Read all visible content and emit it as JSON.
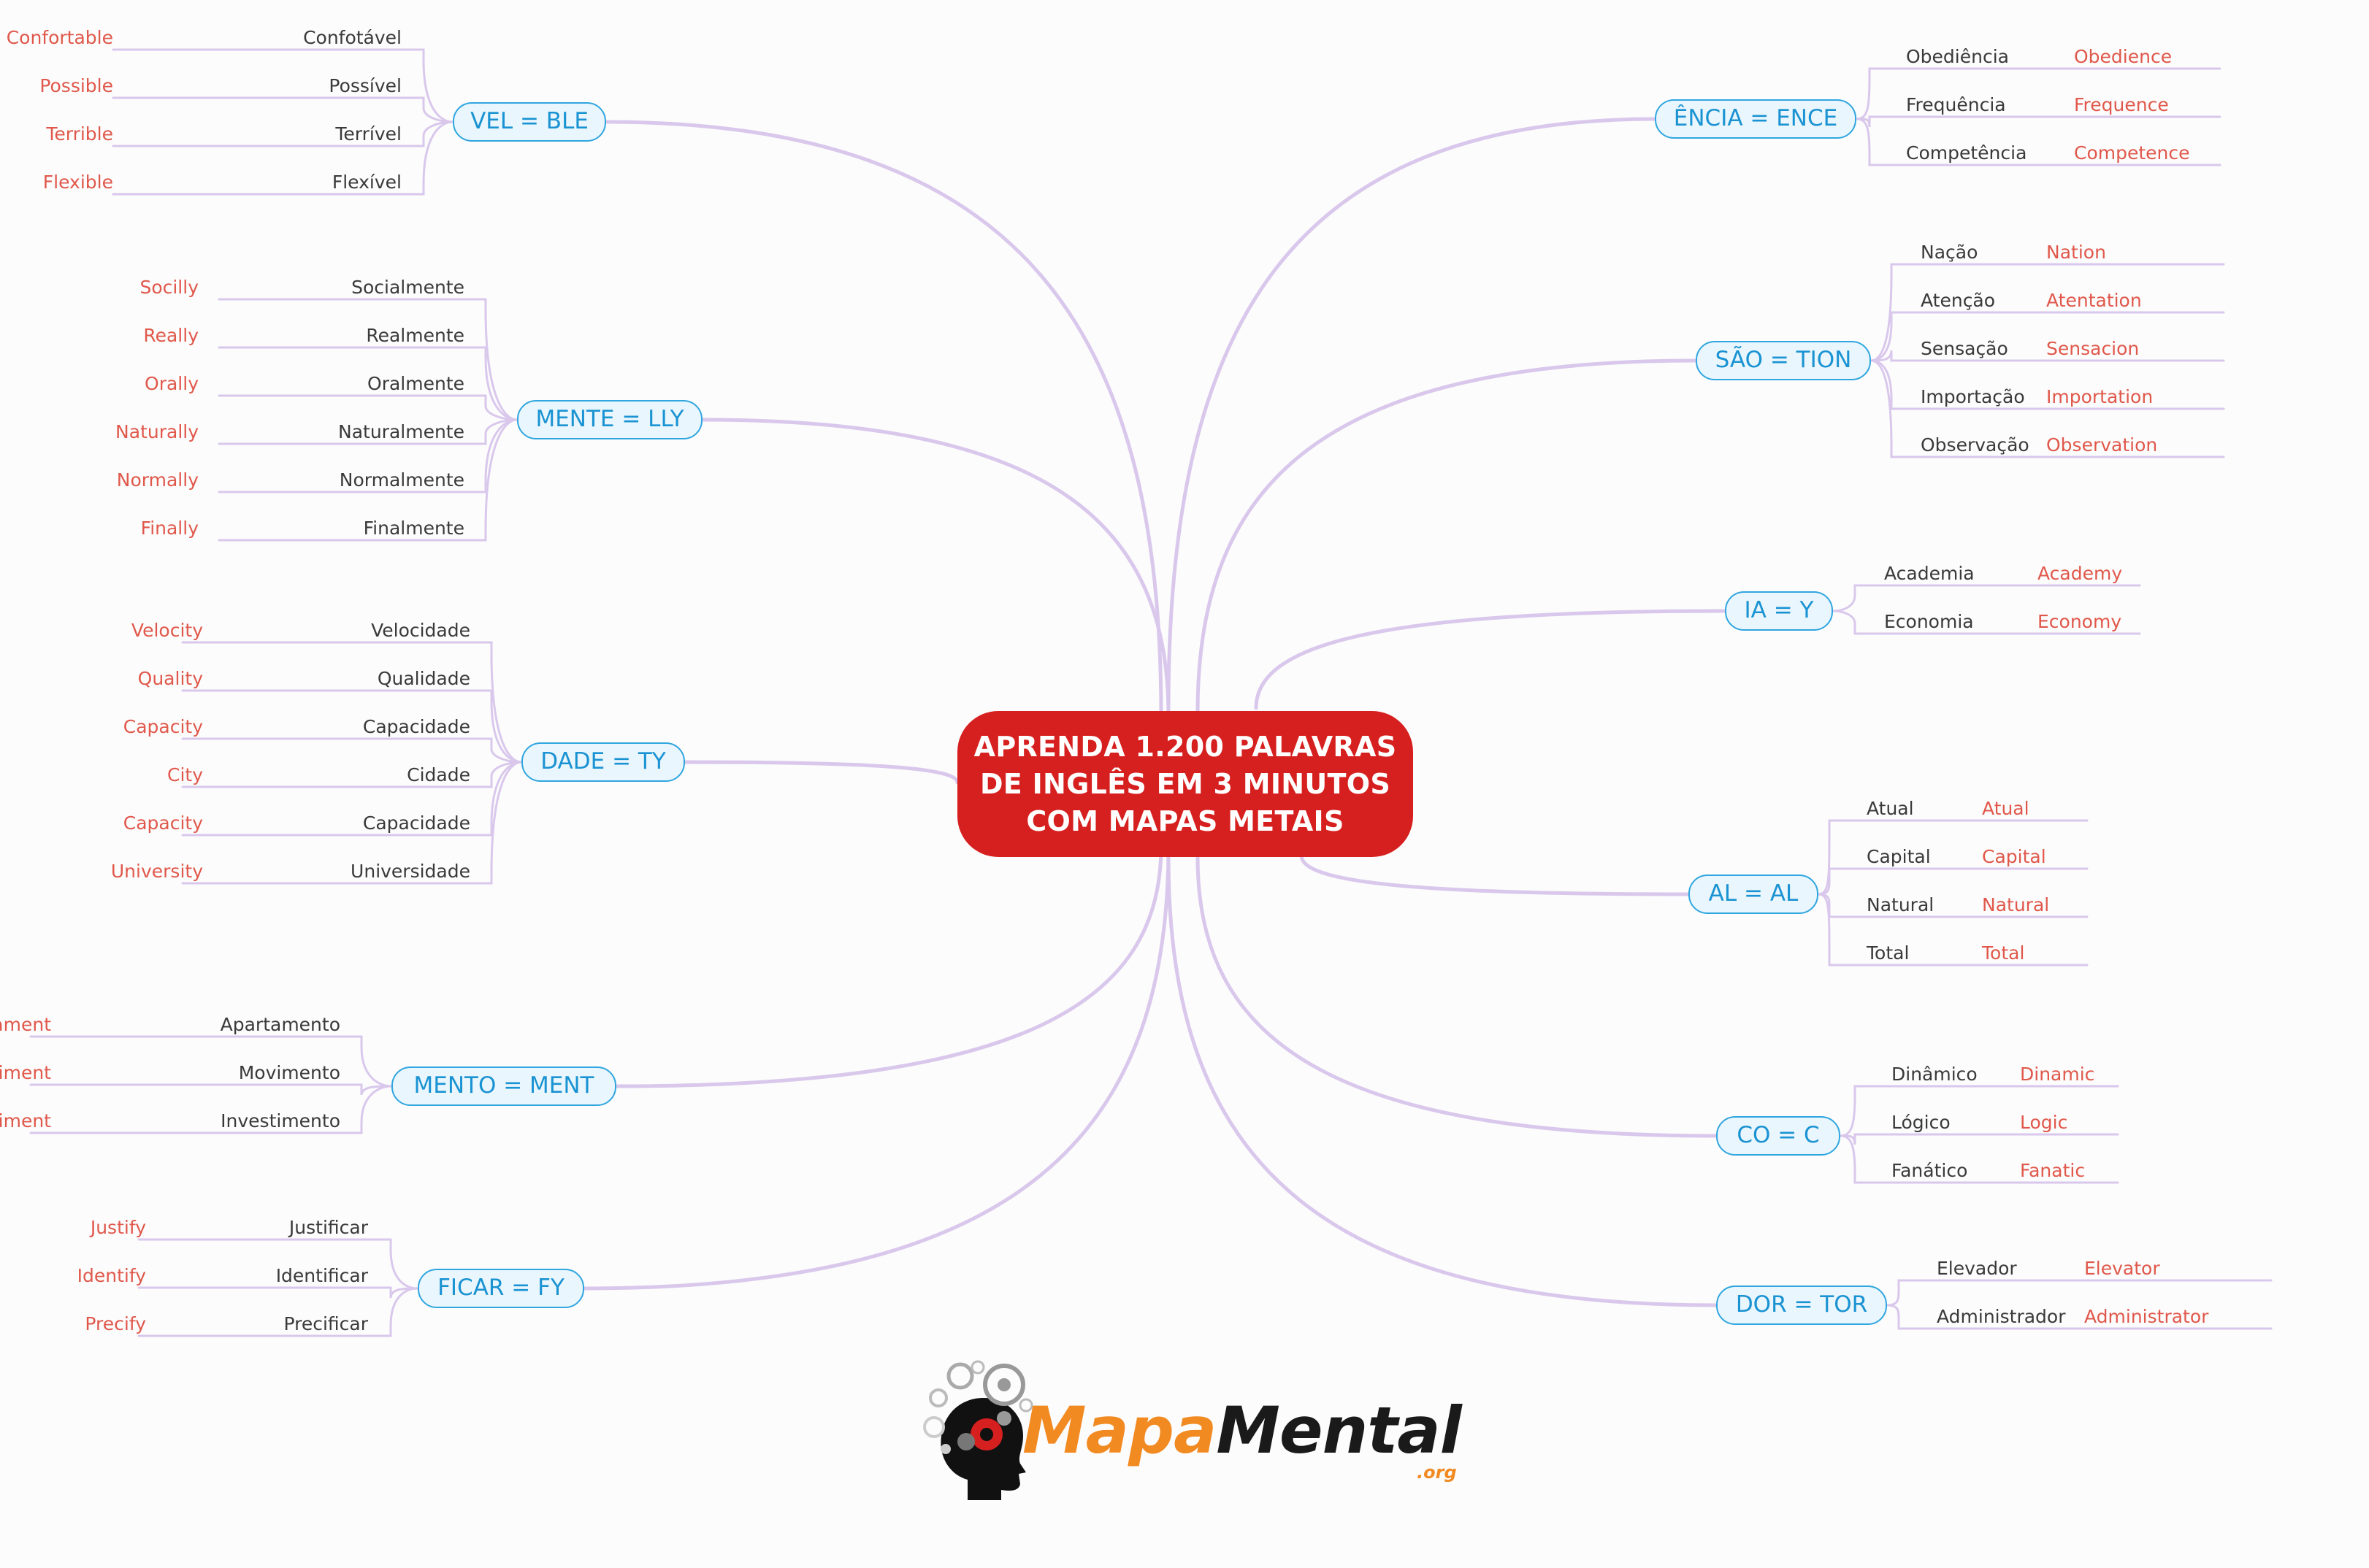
{
  "colors": {
    "center_bg": "#d6201f",
    "topic_border": "#2fa6df",
    "topic_text": "#1a93d2",
    "link": "#d9c8ec",
    "portuguese": "#3a3a3a",
    "english": "#e0584b",
    "logo_orange": "#f28a22"
  },
  "center": {
    "title": "APRENDA 1.200 PALAVRAS\nDE INGLÊS EM 3 MINUTOS\nCOM MAPAS METAIS"
  },
  "left_topics": [
    {
      "label": "VEL = BLE",
      "pairs": [
        {
          "pt": "Confotável",
          "en": "Confortable"
        },
        {
          "pt": "Possível",
          "en": "Possible"
        },
        {
          "pt": "Terrível",
          "en": "Terrible"
        },
        {
          "pt": "Flexível",
          "en": "Flexible"
        }
      ]
    },
    {
      "label": "MENTE = LLY",
      "pairs": [
        {
          "pt": "Socialmente",
          "en": "Socilly"
        },
        {
          "pt": "Realmente",
          "en": "Really"
        },
        {
          "pt": "Oralmente",
          "en": "Orally"
        },
        {
          "pt": "Naturalmente",
          "en": "Naturally"
        },
        {
          "pt": "Normalmente",
          "en": "Normally"
        },
        {
          "pt": "Finalmente",
          "en": "Finally"
        }
      ]
    },
    {
      "label": "DADE = TY",
      "pairs": [
        {
          "pt": "Velocidade",
          "en": "Velocity"
        },
        {
          "pt": "Qualidade",
          "en": "Quality"
        },
        {
          "pt": "Capacidade",
          "en": "Capacity"
        },
        {
          "pt": "Cidade",
          "en": "City"
        },
        {
          "pt": "Capacidade",
          "en": "Capacity"
        },
        {
          "pt": "Universidade",
          "en": "University"
        }
      ]
    },
    {
      "label": "MENTO = MENT",
      "pairs": [
        {
          "pt": "Apartamento",
          "en": "Apartament"
        },
        {
          "pt": "Movimento",
          "en": "Moviment"
        },
        {
          "pt": "Investimento",
          "en": "Investiment"
        }
      ]
    },
    {
      "label": "FICAR = FY",
      "pairs": [
        {
          "pt": "Justificar",
          "en": "Justify"
        },
        {
          "pt": "Identificar",
          "en": "Identify"
        },
        {
          "pt": "Precificar",
          "en": "Precify"
        }
      ]
    }
  ],
  "right_topics": [
    {
      "label": "ÊNCIA = ENCE",
      "pairs": [
        {
          "pt": "Obediência",
          "en": "Obedience"
        },
        {
          "pt": "Frequência",
          "en": "Frequence"
        },
        {
          "pt": "Competência",
          "en": "Competence"
        }
      ]
    },
    {
      "label": "SÃO = TION",
      "pairs": [
        {
          "pt": "Nação",
          "en": "Nation"
        },
        {
          "pt": "Atenção",
          "en": "Atentation"
        },
        {
          "pt": "Sensação",
          "en": "Sensacion"
        },
        {
          "pt": "Importação",
          "en": "Importation"
        },
        {
          "pt": "Observação",
          "en": "Observation"
        }
      ]
    },
    {
      "label": "IA = Y",
      "pairs": [
        {
          "pt": "Academia",
          "en": "Academy"
        },
        {
          "pt": "Economia",
          "en": "Economy"
        }
      ]
    },
    {
      "label": "AL = AL",
      "pairs": [
        {
          "pt": "Atual",
          "en": "Atual"
        },
        {
          "pt": "Capital",
          "en": "Capital"
        },
        {
          "pt": "Natural",
          "en": "Natural"
        },
        {
          "pt": "Total",
          "en": "Total"
        }
      ]
    },
    {
      "label": "CO = C",
      "pairs": [
        {
          "pt": "Dinâmico",
          "en": "Dinamic"
        },
        {
          "pt": "Lógico",
          "en": "Logic"
        },
        {
          "pt": "Fanático",
          "en": "Fanatic"
        }
      ]
    },
    {
      "label": "DOR = TOR",
      "pairs": [
        {
          "pt": "Elevador",
          "en": "Elevator"
        },
        {
          "pt": "Administrador",
          "en": "Administrator"
        }
      ]
    }
  ],
  "logo": {
    "part1": "Mapa",
    "part2": "Mental",
    "suffix": ".org",
    "icon": "gears-head-icon"
  }
}
